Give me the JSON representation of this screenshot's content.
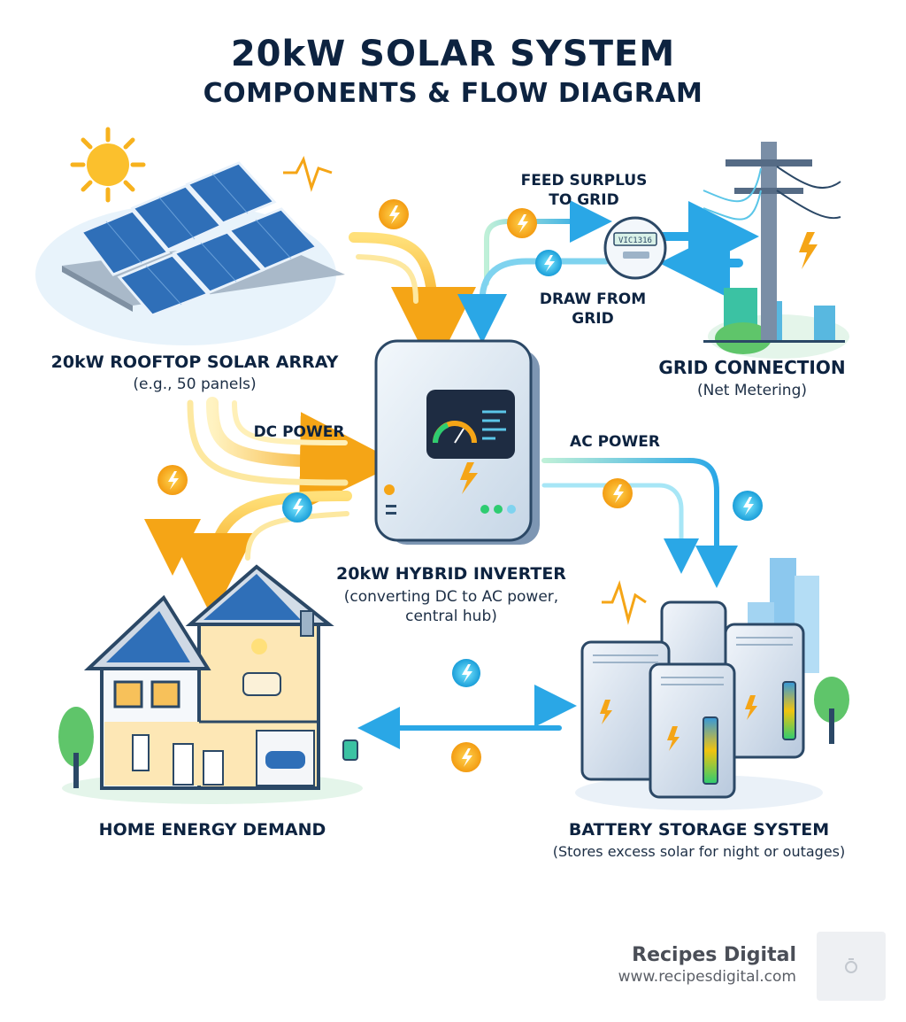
{
  "title": {
    "line1": "20kW SOLAR SYSTEM",
    "line2": "COMPONENTS & FLOW DIAGRAM"
  },
  "components": {
    "solar_array": {
      "label": "20kW ROOFTOP SOLAR ARRAY",
      "sub": "(e.g., 50 panels)"
    },
    "grid": {
      "label": "GRID CONNECTION",
      "sub": "(Net Metering)"
    },
    "inverter": {
      "label": "20kW HYBRID INVERTER",
      "sub1": "(converting DC to AC power,",
      "sub2": "central hub)"
    },
    "home": {
      "label": "HOME ENERGY DEMAND"
    },
    "battery": {
      "label": "BATTERY STORAGE SYSTEM",
      "sub": "(Stores excess solar for night or outages)"
    }
  },
  "flows": {
    "feed": {
      "line1": "FEED SURPLUS",
      "line2": "TO GRID"
    },
    "draw": {
      "line1": "DRAW FROM",
      "line2": "GRID"
    },
    "dc": "DC POWER",
    "ac": "AC POWER"
  },
  "meter_display": "VIC1316",
  "brand": {
    "name": "Recipes Digital",
    "url": "www.recipesdigital.com"
  },
  "colors": {
    "title": "#0d2340",
    "solar_flow": "#f7b21e",
    "grid_flow": "#3bb4e6",
    "panel": "#2f6fb8"
  },
  "icons": [
    "sun-icon",
    "bolt-icon",
    "power-pole-icon",
    "meter-icon",
    "house-icon",
    "battery-icon",
    "tree-icon",
    "city-icon"
  ]
}
